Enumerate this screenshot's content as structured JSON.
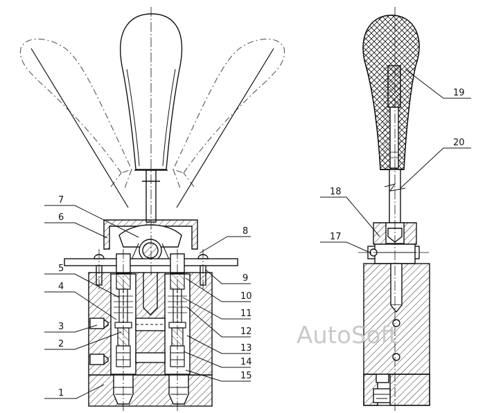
{
  "colors": {
    "line": "#111111",
    "phantom": "#666666",
    "watermark": "#c9c9c9",
    "background": "#ffffff"
  },
  "watermark": "AutoSoft",
  "callouts": {
    "c1": "1",
    "c2": "2",
    "c3": "3",
    "c4": "4",
    "c5": "5",
    "c6": "6",
    "c7": "7",
    "c8": "8",
    "c9": "9",
    "c10": "10",
    "c11": "11",
    "c12": "12",
    "c13": "13",
    "c14": "14",
    "c15": "15",
    "c17": "17",
    "c18": "18",
    "c19": "19",
    "c20": "20"
  }
}
